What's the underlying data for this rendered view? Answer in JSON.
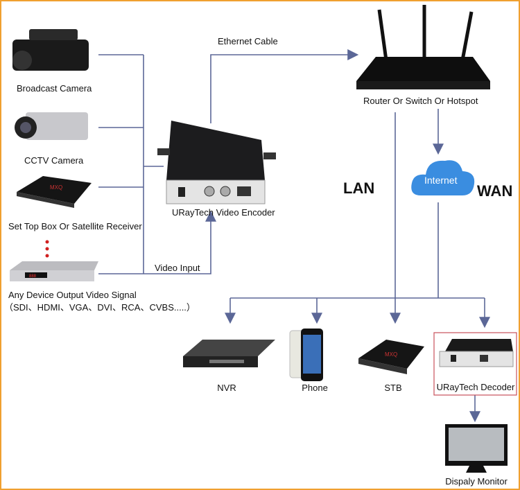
{
  "colors": {
    "line": "#5b6797",
    "frame": "#f0a030",
    "decoder_box": "#c8505a",
    "cloud": "#3a8de0"
  },
  "sources": [
    {
      "label": "Broadcast Camera",
      "icon": "broadcast-camera-icon"
    },
    {
      "label": "CCTV Camera",
      "icon": "cctv-camera-icon"
    },
    {
      "label": "Set Top Box Or Satellite Receiver",
      "icon": "set-top-box-icon"
    },
    {
      "label": "Any Device Output Video Signal",
      "sublabel": "（SDI、HDMI、VGA、DVI、RCA、CVBS.....）",
      "icon": "dvd-player-icon"
    }
  ],
  "encoder": {
    "label": "URayTech Video Encoder"
  },
  "links": {
    "ethernet": "Ethernet Cable",
    "video_input": "Video Input",
    "lan": "LAN",
    "wan": "WAN"
  },
  "router": {
    "label": "Router Or Switch Or Hotspot"
  },
  "cloud": {
    "label": "Internet"
  },
  "outputs": [
    {
      "label": "NVR",
      "icon": "nvr-icon"
    },
    {
      "label": "Phone",
      "icon": "phone-icon"
    },
    {
      "label": "STB",
      "icon": "stb-icon"
    },
    {
      "label": "URayTech Decoder",
      "icon": "decoder-icon"
    }
  ],
  "monitor": {
    "label": "Dispaly Monitor"
  }
}
